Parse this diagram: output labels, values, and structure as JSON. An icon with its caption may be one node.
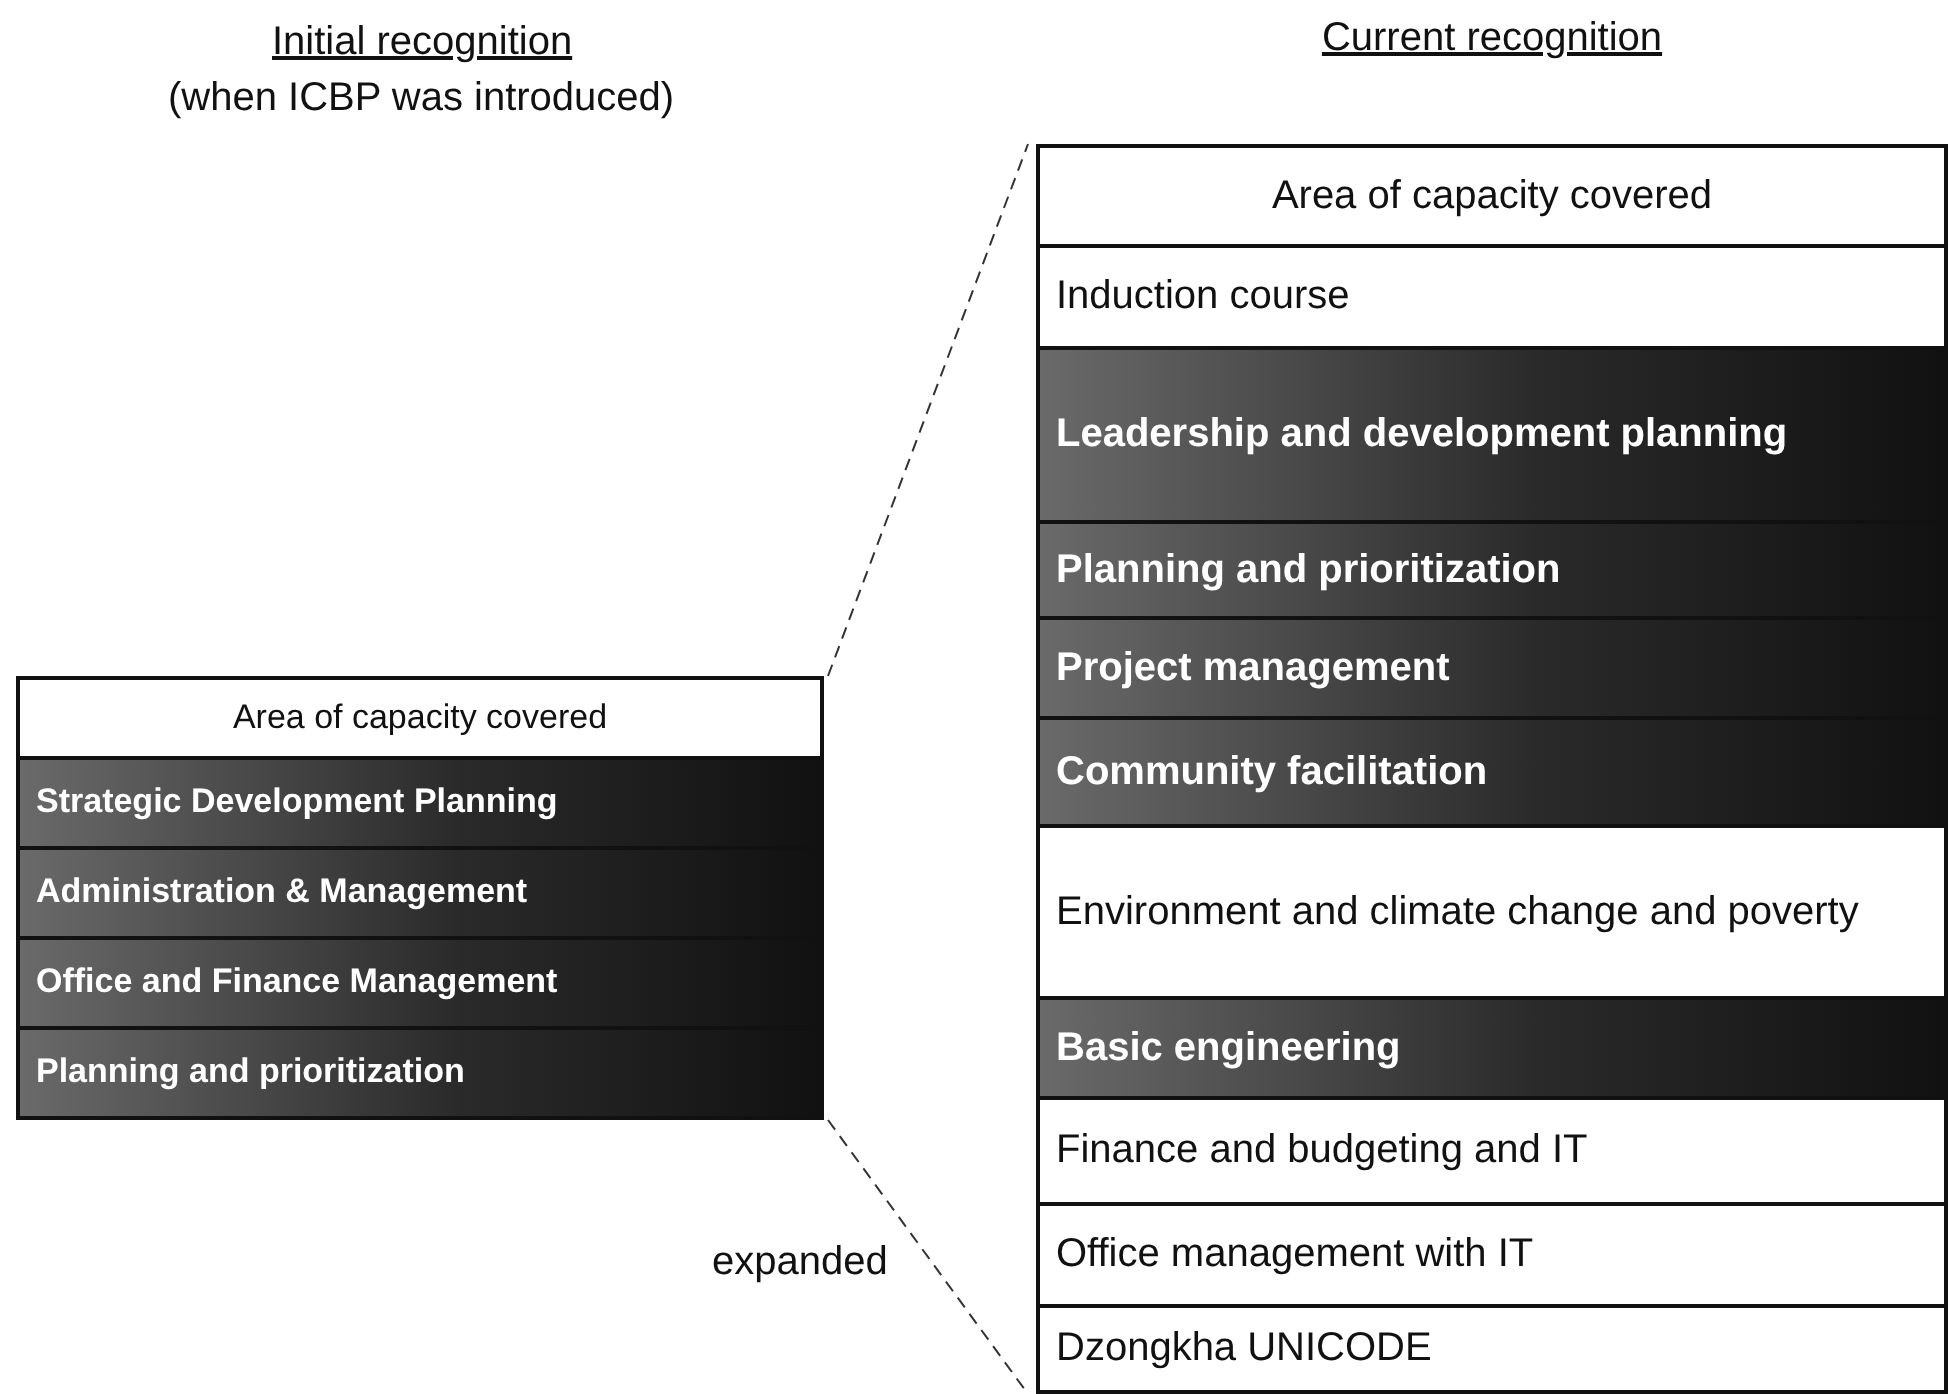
{
  "diagram": {
    "nodes": [
      {
        "text": [],
        "shape": "box"
      },
      {
        "text": [
          "Area of capacity covered"
        ],
        "in": 0
      },
      {
        "text": [
          "Strategic Development Planning"
        ],
        "in": 0
      },
      {
        "text": [
          "Administration & Management"
        ],
        "in": 0
      },
      {
        "text": [
          "Office and Finance Management"
        ],
        "in": 0
      },
      {
        "text": [
          "Planning and prioritization"
        ],
        "in": 0
      },
      {
        "text": [
          "Current recognition"
        ]
      },
      {
        "text": [
          "Area of capacity covered"
        ],
        "in": 6
      },
      {
        "text": [
          "Induction course"
        ],
        "in": 6
      },
      {
        "text": [
          "Leadership and development planning"
        ],
        "in": 6
      },
      {
        "text": [
          "Planning and prioritization"
        ],
        "in": 6
      },
      {
        "text": [
          "Project management"
        ],
        "in": 6
      },
      {
        "text": [
          "Community facilitation"
        ],
        "in": 6
      },
      {
        "text": [
          "Environment and climate change and poverty"
        ],
        "in": 6
      },
      {
        "text": [
          "Basic engineering"
        ],
        "in": 6
      },
      {
        "text": [
          "Finance and budgeting and IT"
        ],
        "in": 6
      },
      {
        "text": [
          "Office management with IT"
        ],
        "in": 6
      },
      {
        "text": [
          "Dzongkha UNICODE"
        ],
        "in": 6
      }
    ],
    "edges": [
      {
        "from": 0,
        "to": 6,
        "arrow": "none",
        "style": "dashed"
      },
      {
        "from": 0,
        "to": 6,
        "arrow": "none",
        "style": "dashed"
      }
    ],
    "labels": [
      "Initial recognition",
      "(when ICBP was introduced)",
      "expanded"
    ]
  }
}
